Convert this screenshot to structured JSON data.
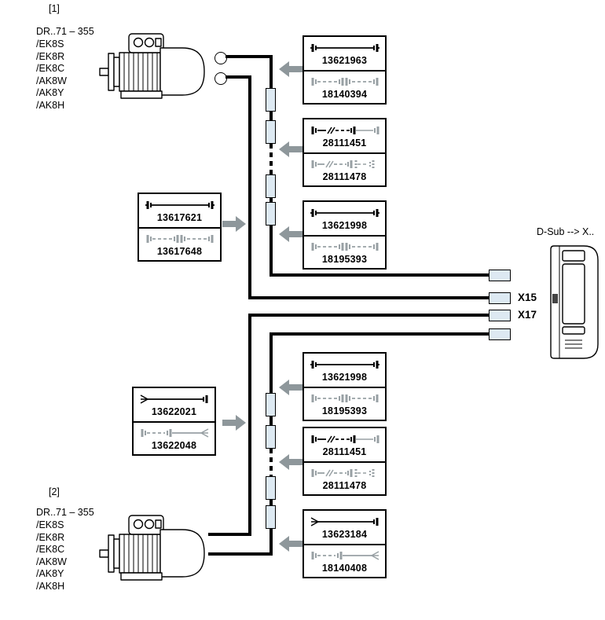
{
  "diagram": {
    "motor_groups": [
      {
        "ref": "[1]",
        "series": "DR..71 – 355",
        "options": [
          "/EK8S",
          "/EK8R",
          "/EK8C",
          "/AK8W",
          "/AK8Y",
          "/AK8H"
        ]
      },
      {
        "ref": "[2]",
        "series": "DR..71 – 355",
        "options": [
          "/EK8S",
          "/EK8R",
          "/EK8C",
          "/AK8W",
          "/AK8Y",
          "/AK8H"
        ]
      }
    ],
    "inverter_label": "D-Sub --> X..",
    "port_labels": {
      "x15": "X15",
      "x17": "X17"
    },
    "cable_boxes": [
      {
        "id": "top-right-1",
        "variants": [
          {
            "part": "13621963",
            "icon": "cable-fixed-icon"
          },
          {
            "part": "18140394",
            "icon": "cable-extendable-icon"
          }
        ]
      },
      {
        "id": "top-right-2",
        "variants": [
          {
            "part": "28111451",
            "icon": "extension-cable-fixed-icon"
          },
          {
            "part": "28111478",
            "icon": "extension-cable-extendable-icon"
          }
        ]
      },
      {
        "id": "top-right-3",
        "variants": [
          {
            "part": "13621998",
            "icon": "cable-fixed-icon"
          },
          {
            "part": "18195393",
            "icon": "cable-extendable-icon"
          }
        ]
      },
      {
        "id": "top-left",
        "variants": [
          {
            "part": "13617621",
            "icon": "cable-fixed-icon"
          },
          {
            "part": "13617648",
            "icon": "cable-extendable-icon"
          }
        ]
      },
      {
        "id": "bottom-left",
        "variants": [
          {
            "part": "13622021",
            "icon": "wire-end-cable-fixed-icon"
          },
          {
            "part": "13622048",
            "icon": "wire-end-cable-extendable-icon"
          }
        ]
      },
      {
        "id": "bottom-right-1",
        "variants": [
          {
            "part": "13621998",
            "icon": "cable-fixed-icon"
          },
          {
            "part": "18195393",
            "icon": "cable-extendable-icon"
          }
        ]
      },
      {
        "id": "bottom-right-2",
        "variants": [
          {
            "part": "28111451",
            "icon": "extension-cable-fixed-icon"
          },
          {
            "part": "28111478",
            "icon": "extension-cable-extendable-icon"
          }
        ]
      },
      {
        "id": "bottom-right-3",
        "variants": [
          {
            "part": "13623184",
            "icon": "wire-end-cable-fixed-icon"
          },
          {
            "part": "18140408",
            "icon": "wire-end-cable-extendable-icon"
          }
        ]
      }
    ],
    "colors": {
      "line": "#000000",
      "arrow_gray": "#8e979b",
      "connector_fill": "#dde9f2",
      "cable_gray": "#98a0a4"
    }
  }
}
